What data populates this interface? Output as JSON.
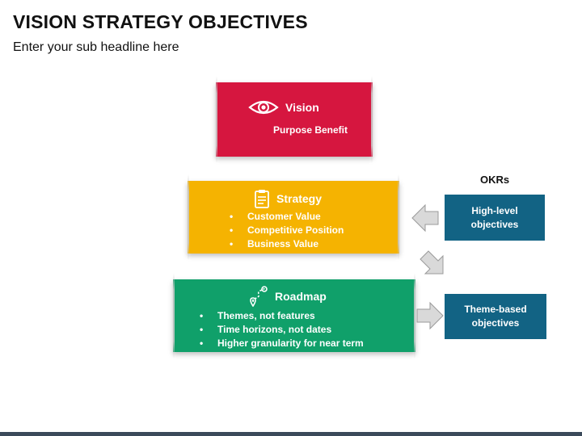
{
  "header": {
    "title": "VISION STRATEGY OBJECTIVES",
    "subtitle": "Enter your sub headline here"
  },
  "vision": {
    "title": "Vision",
    "subtitle": "Purpose Benefit",
    "icon": "eye-icon",
    "color": "#d6163f"
  },
  "strategy": {
    "title": "Strategy",
    "icon": "clipboard-icon",
    "color": "#f5b301",
    "items": [
      "Customer Value",
      "Competitive Position",
      "Business Value"
    ]
  },
  "roadmap": {
    "title": "Roadmap",
    "icon": "route-icon",
    "color": "#10a06a",
    "items": [
      "Themes, not features",
      "Time horizons, not dates",
      "Higher granularity for near term"
    ]
  },
  "okrs": {
    "label": "OKRs",
    "color": "#126384",
    "high_level": "High-level objectives",
    "theme_based": "Theme-based objectives"
  },
  "arrow_color": "#d9d9d9"
}
